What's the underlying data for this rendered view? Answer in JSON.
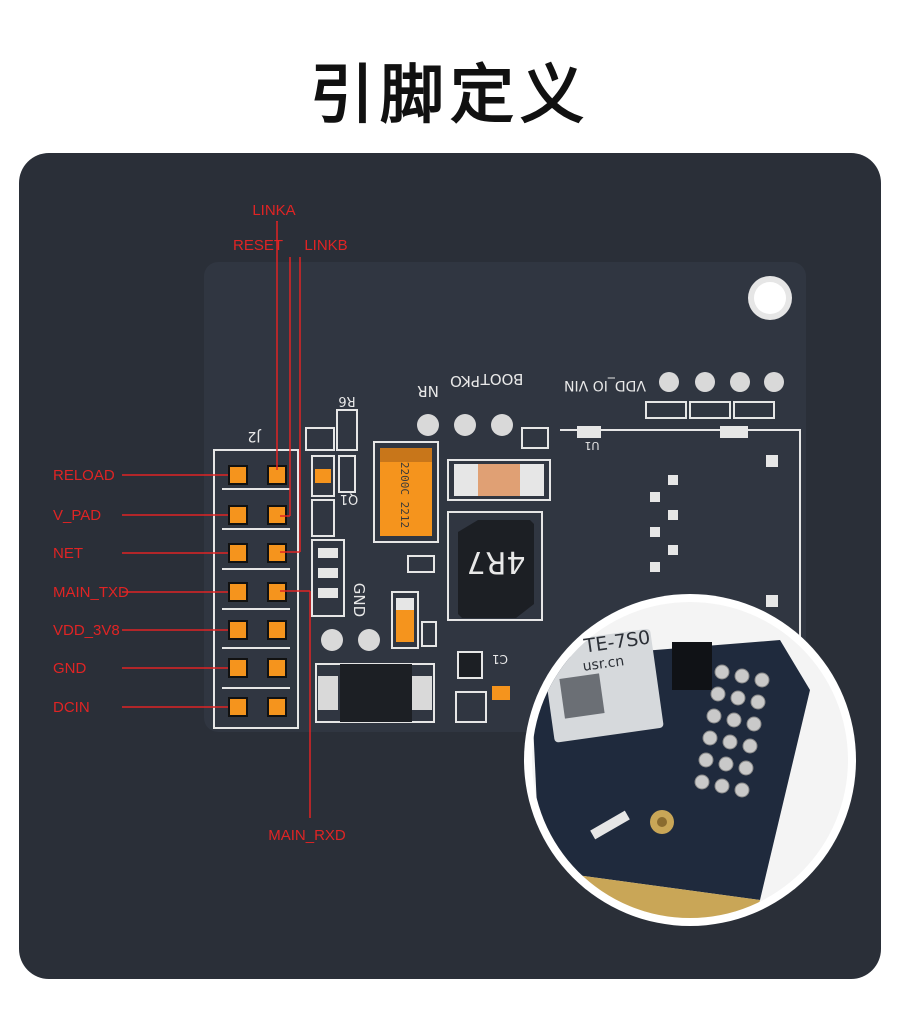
{
  "page": {
    "title": "引脚定义"
  },
  "colors": {
    "pin_label": "#e02424",
    "board": "#2f3540",
    "panel": "#2a2f38",
    "pad": "#f5941d"
  },
  "pins_left": [
    {
      "label": "RELOAD"
    },
    {
      "label": "V_PAD"
    },
    {
      "label": "NET"
    },
    {
      "label": "MAIN_TXD"
    },
    {
      "label": "VDD_3V8"
    },
    {
      "label": "GND"
    },
    {
      "label": "DCIN"
    }
  ],
  "pins_top": [
    {
      "label": "LINKA"
    },
    {
      "label": "RESET"
    },
    {
      "label": "LINKB"
    }
  ],
  "pins_bottom": [
    {
      "label": "MAIN_RXD"
    }
  ],
  "silkscreen": {
    "connector": "J2",
    "q1": "Q1",
    "r6": "R6",
    "pins": [
      "NR",
      "PKO",
      "BOOT"
    ],
    "vdd_labels": "VDD_IO VIN",
    "gnd": "GND",
    "cap": "2200C 2212",
    "inductor": "4R7",
    "u1": "U1",
    "c1": "C1"
  },
  "module": {
    "model": "TE-7S0",
    "url": "usr.cn"
  }
}
